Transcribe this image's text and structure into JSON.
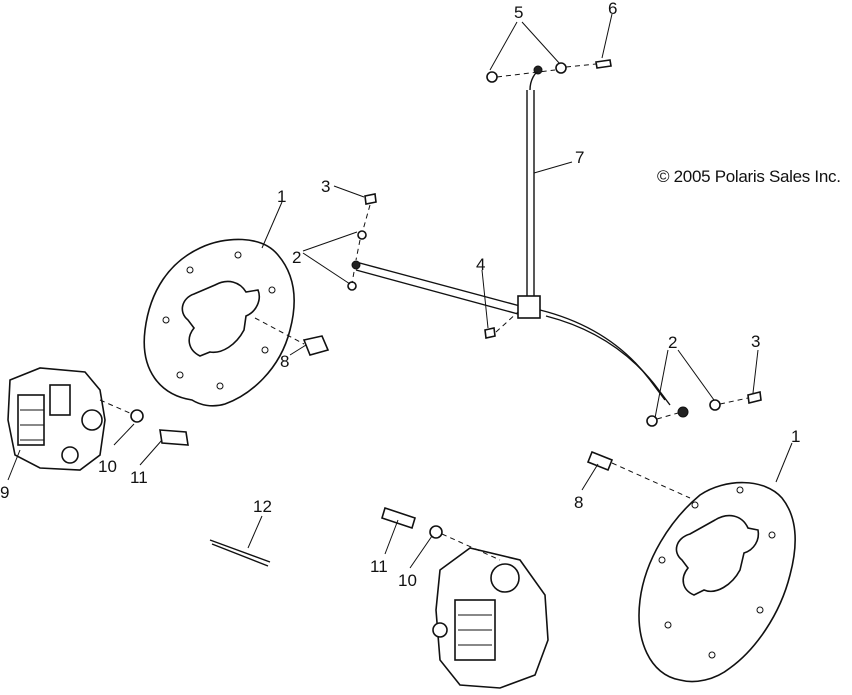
{
  "copyright": "© 2005 Polaris Sales Inc.",
  "callouts": [
    "1",
    "2",
    "3",
    "4",
    "5",
    "6",
    "7",
    "8",
    "9",
    "10",
    "11",
    "12",
    "2",
    "3",
    "1",
    "8",
    "11",
    "10"
  ]
}
